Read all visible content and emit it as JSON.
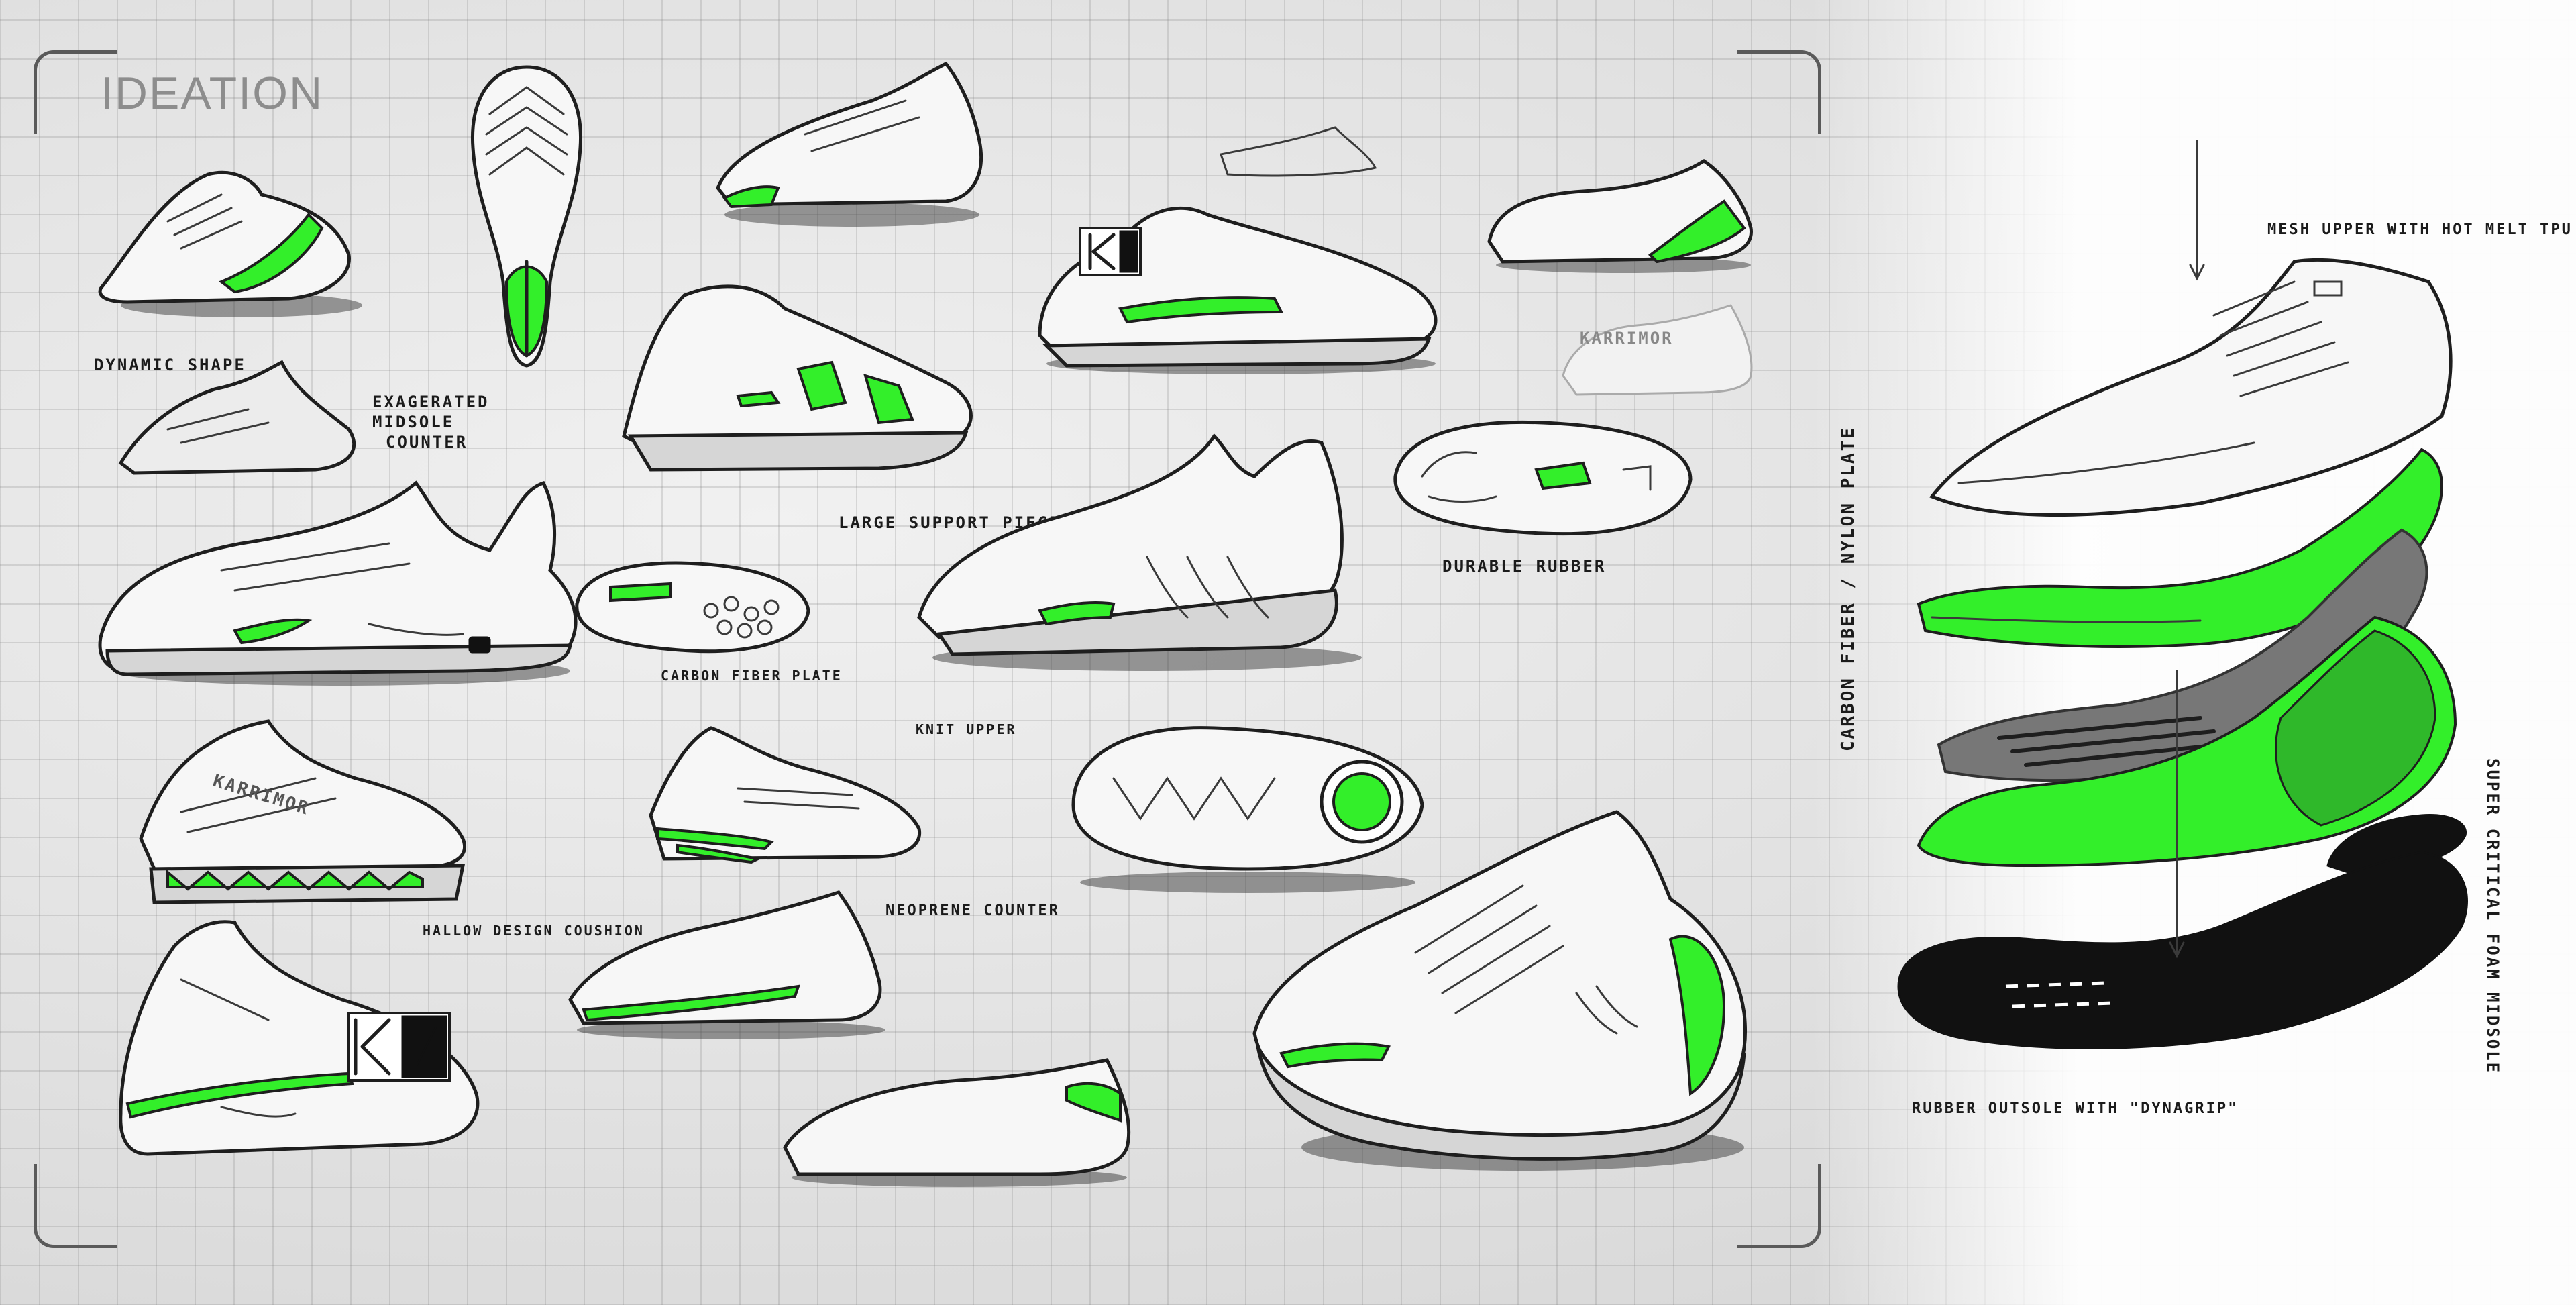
{
  "board": {
    "title": "IDEATION",
    "annotations": {
      "dynamic_shape": "DYNAMIC SHAPE",
      "exaggerated_midsole_1": "EXAGERATED",
      "exaggerated_midsole_2": "MIDSOLE",
      "exaggerated_midsole_3": "COUNTER",
      "large_support_pieces": "LARGE SUPPORT PIECES.",
      "durable_rubber": "DURABLE RUBBER",
      "carbon_fiber_plate": "CARBON FIBER PLATE",
      "knit_upper": "KNIT UPPER",
      "hallow_design_cushion": "HALLOW DESIGN COUSHION",
      "neoprene_counter": "NEOPRENE COUNTER"
    },
    "brand_marks": [
      "KARRIMOR",
      "KARRIMOR"
    ]
  },
  "exploded_view": {
    "mesh_upper": "MESH UPPER WITH HOT MELT TPU",
    "plate": "CARBON FIBER / NYLON PLATE",
    "foam": "SUPER CRITICAL FOAM MIDSOLE",
    "outsole": "RUBBER OUTSOLE WITH \"DYNAGRIP\""
  },
  "colors": {
    "accent_green": "#33ef2a",
    "ink": "#1e1e1e",
    "frame": "#5a5a5a"
  }
}
